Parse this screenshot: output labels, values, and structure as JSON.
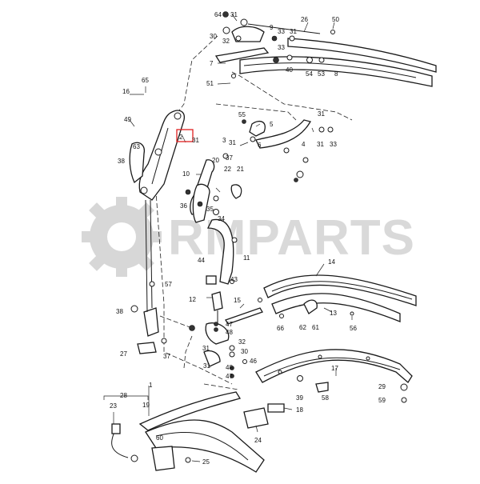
{
  "diagram": {
    "watermark": {
      "text": "RMPARTS"
    },
    "highlight_color": "#e02020",
    "selected_part": "2",
    "callouts": [
      "64",
      "31",
      "30",
      "32",
      "26",
      "50",
      "9",
      "33",
      "31",
      "7",
      "33",
      "40",
      "54",
      "53",
      "8",
      "51",
      "65",
      "16",
      "49",
      "63",
      "2",
      "31",
      "55",
      "5",
      "6",
      "31",
      "4",
      "31",
      "33",
      "3",
      "37",
      "10",
      "20",
      "22",
      "21",
      "31",
      "38",
      "36",
      "35",
      "34",
      "11",
      "44",
      "43",
      "12",
      "15",
      "47",
      "48",
      "31",
      "32",
      "30",
      "31",
      "46",
      "48",
      "47",
      "14",
      "66",
      "62",
      "61",
      "13",
      "56",
      "57",
      "38",
      "27",
      "37",
      "17",
      "39",
      "18",
      "58",
      "29",
      "59",
      "28",
      "23",
      "19",
      "1",
      "24",
      "60",
      "25"
    ]
  }
}
